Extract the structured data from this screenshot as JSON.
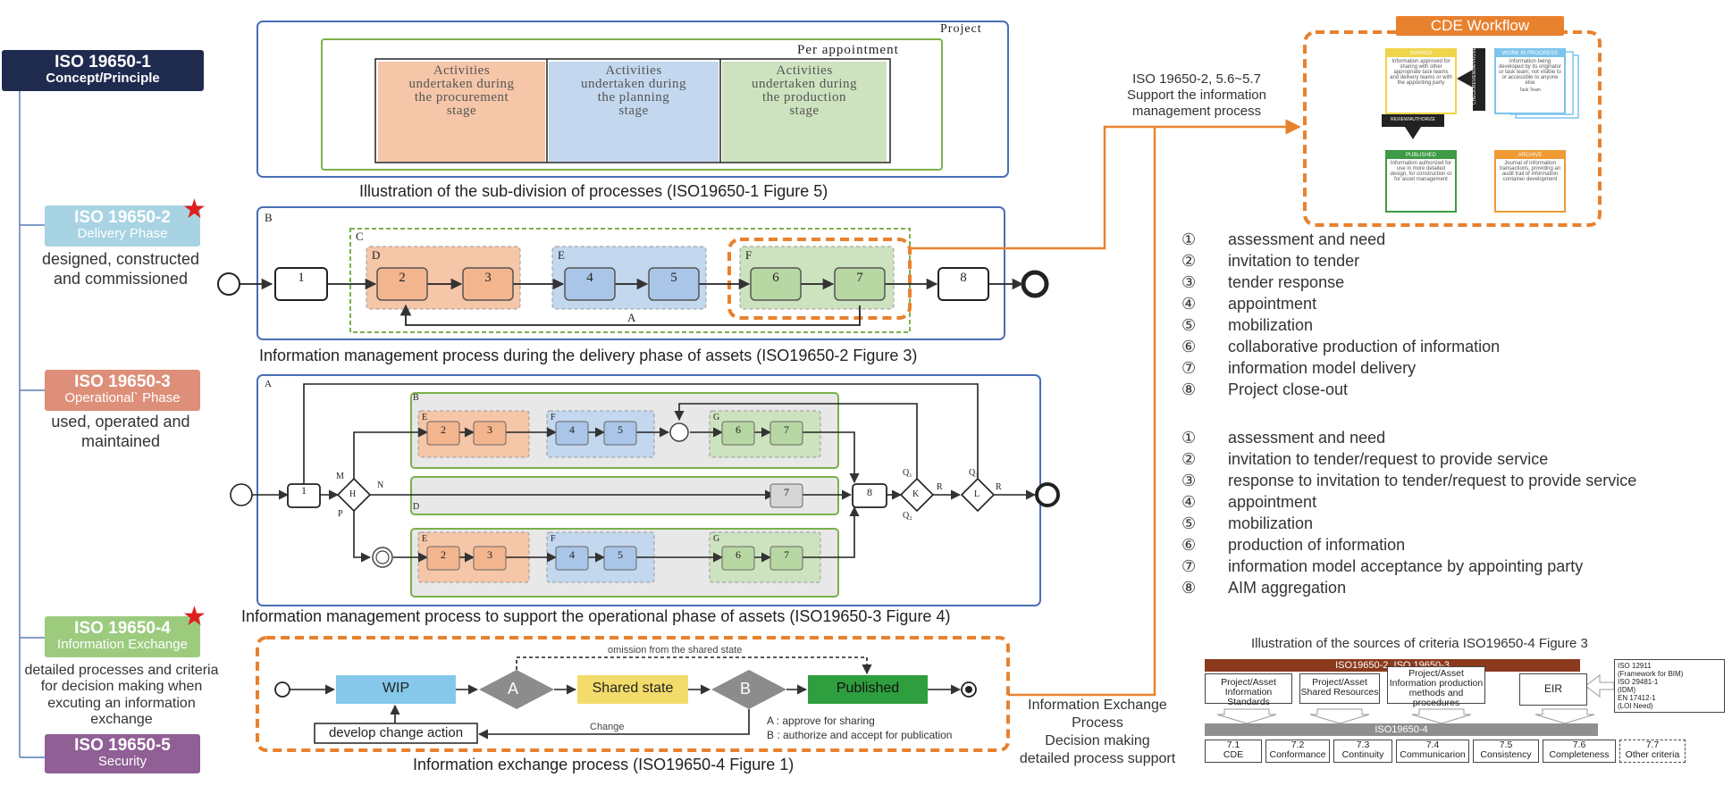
{
  "sidebar": {
    "iso1": {
      "title": "ISO 19650-1",
      "subtitle": "Concept/Principle"
    },
    "iso2": {
      "title": "ISO 19650-2",
      "subtitle": "Delivery Phase",
      "desc": [
        "designed, constructed",
        "and commissioned"
      ]
    },
    "iso3": {
      "title": "ISO 19650-3",
      "subtitle": "Operational` Phase",
      "desc": [
        "used, operated and",
        "maintained"
      ]
    },
    "iso4": {
      "title": "ISO 19650-4",
      "subtitle": "Information Exchange",
      "desc": [
        "detailed processes and criteria",
        "for decision making when",
        "excuting an information",
        "exchange"
      ]
    },
    "iso5": {
      "title": "ISO 19650-5",
      "subtitle": "Security"
    }
  },
  "fig5": {
    "project_label": "Project",
    "appointment_label": "Per appointment",
    "stages": [
      {
        "text": [
          "Activities",
          "undertaken during",
          "the procurement",
          "stage"
        ],
        "color": "#f5c6a8"
      },
      {
        "text": [
          "Activities",
          "undertaken during",
          "the planning",
          "stage"
        ],
        "color": "#c3d7ee"
      },
      {
        "text": [
          "Activities",
          "undertaken during",
          "the production",
          "stage"
        ],
        "color": "#cde3bf"
      }
    ],
    "caption": "Illustration of the sub-division of processes (ISO19650-1 Figure 5)"
  },
  "fig3": {
    "labels": {
      "B": "B",
      "C": "C",
      "D": "D",
      "E": "E",
      "F": "F",
      "A": "A"
    },
    "nodes": [
      "1",
      "2",
      "3",
      "4",
      "5",
      "6",
      "7",
      "8"
    ],
    "caption": "Information management process during the delivery phase of assets  (ISO19650-2 Figure 3)"
  },
  "fig4": {
    "labels": {
      "A": "A",
      "B": "B",
      "D": "D",
      "E": "E",
      "F": "F",
      "G": "G",
      "H": "H",
      "M": "M",
      "N": "N",
      "P": "P",
      "K": "K",
      "L": "L",
      "R1": "R",
      "R2": "R",
      "Q1": "Q₁",
      "Q2": "Q₂",
      "Q3": "Q₃"
    },
    "nodes": [
      "1",
      "2",
      "3",
      "4",
      "5",
      "6",
      "7",
      "8"
    ],
    "caption": "Information management process to support the operational phase of assets (ISO19650-3 Figure 4)"
  },
  "fig1": {
    "wip": "WIP",
    "shared": "Shared state",
    "published": "Published",
    "gate_a": "A",
    "gate_b": "B",
    "omission": "omission  from  the shared state",
    "change": "Change",
    "develop": "develop change action",
    "note_a": "A : approve  for sharing",
    "note_b": "B : authorize and accept for publication",
    "caption": "Information exchange process (ISO19650-4 Figure 1)",
    "colors": {
      "wip": "#86c8ea",
      "shared": "#f3dc6b",
      "published": "#2e9e3e",
      "gate": "#8c8c8c"
    }
  },
  "connectors": {
    "support_note": [
      "ISO 19650-2, 5.6~5.7",
      "Support the information",
      "management process"
    ],
    "exchange_note": [
      "Information Exchange",
      "Process",
      "Decision making",
      "detailed process support"
    ],
    "accent": "#e8812e"
  },
  "cde": {
    "title": "CDE Workflow",
    "cards": [
      {
        "head": "SHARED",
        "body": "Information approved for sharing with other appropriate task teams and delivery teams or with the appointing party",
        "color": "#f0d44a"
      },
      {
        "head": "WORK IN PROGRESS",
        "body": "Information being developed by its originator or task team, not visible to or accessible to anyone else",
        "color": "#7cc4ec"
      },
      {
        "head": "PUBLISHED",
        "body": "Information authorized for use in more detailed design, for construction or for asset management",
        "color": "#3e9a45"
      },
      {
        "head": "ARCHIVE",
        "body": "Journal of information transactions, providing an audit trail of information container development",
        "color": "#ef9a33"
      }
    ],
    "check_label": "CHECK/REVIEW/APPROVE",
    "review_label": "REVIEW/AUTHORIZE",
    "task_team": "Task Team"
  },
  "list1": [
    {
      "num": "①",
      "text": "assessment and need"
    },
    {
      "num": "②",
      "text": "invitation to tender"
    },
    {
      "num": "③",
      "text": "tender response"
    },
    {
      "num": "④",
      "text": "appointment"
    },
    {
      "num": "⑤",
      "text": "mobilization"
    },
    {
      "num": "⑥",
      "text": "collaborative production of information"
    },
    {
      "num": "⑦",
      "text": "information model delivery"
    },
    {
      "num": "⑧",
      "text": "Project close-out"
    }
  ],
  "list2": [
    {
      "num": "①",
      "text": "assessment and need"
    },
    {
      "num": "②",
      "text": "invitation to tender/request to provide service"
    },
    {
      "num": "③",
      "text": "response to invitation to tender/request to provide service"
    },
    {
      "num": "④",
      "text": "appointment"
    },
    {
      "num": "⑤",
      "text": "mobilization"
    },
    {
      "num": "⑥",
      "text": "production of information"
    },
    {
      "num": "⑦",
      "text": "information model acceptance by appointing party"
    },
    {
      "num": "⑧",
      "text": "AIM aggregation"
    }
  ],
  "criteria": {
    "caption": "Illustration of the sources of criteria ISO19650-4 Figure 3",
    "top_band": "ISO19650-2, ISO 19650-3",
    "sources": [
      [
        "Project/Asset",
        "Information Standards"
      ],
      [
        "Project/Asset",
        "Shared Resources"
      ],
      [
        "Project/Asset",
        "Information production",
        "methods and procedures"
      ],
      [
        "EIR"
      ]
    ],
    "external": [
      "ISO 12911",
      "(Framework for BIM)",
      "ISO 29481-1",
      "(IDM)",
      "EN 17412-1",
      "(LOI Need)"
    ],
    "mid_band": "ISO19650-4",
    "items": [
      [
        "7.1",
        "CDE"
      ],
      [
        "7.2",
        "Conformance"
      ],
      [
        "7.3",
        "Continuity"
      ],
      [
        "7.4",
        "Communicarion"
      ],
      [
        "7.5",
        "Consistency"
      ],
      [
        "7.6",
        "Completeness"
      ],
      [
        "7.7",
        "Other criteria"
      ]
    ],
    "colors": {
      "top": "#8b3a1e",
      "mid": "#8f8f8f"
    }
  }
}
